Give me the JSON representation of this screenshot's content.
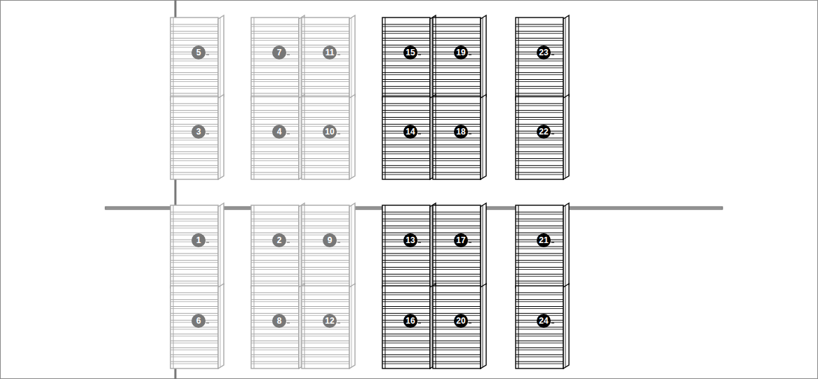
{
  "diagram": {
    "labels": [
      "5",
      "7",
      "11",
      "15",
      "19",
      "23",
      "3",
      "4",
      "10",
      "14",
      "18",
      "22",
      "1",
      "2",
      "9",
      "13",
      "17",
      "21",
      "6",
      "8",
      "12",
      "16",
      "20",
      "24"
    ]
  }
}
